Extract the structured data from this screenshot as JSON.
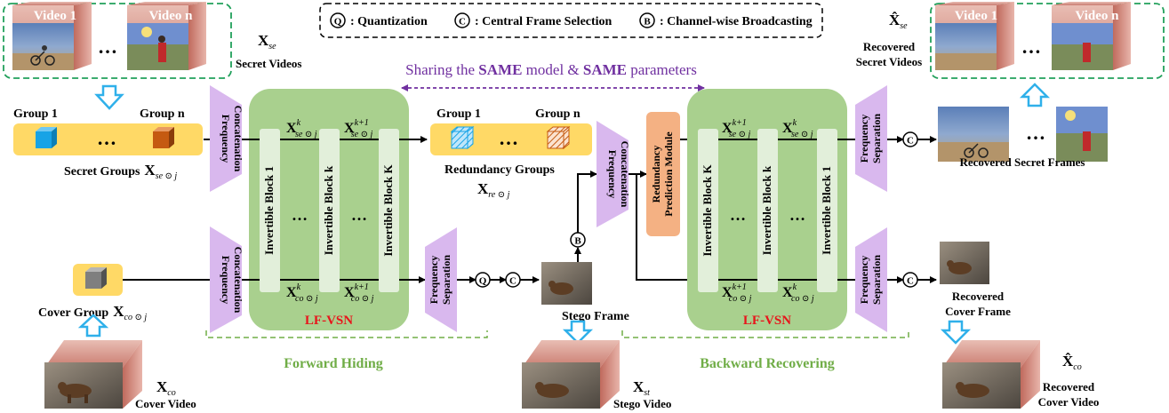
{
  "legend": {
    "q_symbol": "Q",
    "q_label": ": Quantization",
    "c_symbol": "C",
    "c_label": ": Central Frame Selection",
    "b_symbol": "B",
    "b_label": ": Channel-wise Broadcasting"
  },
  "sharing": {
    "prefix": "Sharing the ",
    "same1": "SAME",
    "mid": " model & ",
    "same2": "SAME",
    "suffix": " parameters"
  },
  "secret_videos": {
    "frame1_label": "Video 1",
    "framen_label": "Video n",
    "ellipsis": "…",
    "symbol": "X",
    "symbol_sub": "se",
    "caption": "Secret Videos"
  },
  "secret_groups": {
    "group1": "Group 1",
    "groupn": "Group n",
    "ellipsis": "…",
    "caption": "Secret Groups",
    "symbol": "X",
    "symbol_sub": "se ⊙ j"
  },
  "cover_group": {
    "caption": "Cover Group",
    "symbol": "X",
    "symbol_sub": "co ⊙ j"
  },
  "cover_video": {
    "symbol": "X",
    "symbol_sub": "co",
    "caption": "Cover Video"
  },
  "freq_concat_label": [
    "Frequency",
    "Concatenation"
  ],
  "freq_sep_label": [
    "Frequency",
    "Separation"
  ],
  "forward": {
    "blocks": [
      "Invertible Block 1",
      "Invertible Block k",
      "Invertible Block K"
    ],
    "dots": "…",
    "net_label": "LF-VSN",
    "section_label": "Forward Hiding",
    "top_k_sub": "se ⊙ j",
    "top_k_sup": "k",
    "top_k1_sup": "k+1",
    "bot_k_sub": "co ⊙ j",
    "symbol": "X"
  },
  "redundancy_groups": {
    "group1": "Group 1",
    "groupn": "Group n",
    "ellipsis": "…",
    "caption": "Redundancy Groups",
    "symbol": "X",
    "symbol_sub": "re ⊙ j"
  },
  "stego": {
    "frame_caption": "Stego Frame",
    "video_symbol": "X",
    "video_sub": "st",
    "video_caption": "Stego Video"
  },
  "backward": {
    "rpm_label": [
      "Redundancy",
      "Prediction Module"
    ],
    "blocks": [
      "Invertible Block K",
      "Invertible Block k",
      "Invertible Block 1"
    ],
    "dots": "…",
    "net_label": "LF-VSN",
    "section_label": "Backward Recovering"
  },
  "recovered": {
    "secret_frames_caption": "Recovered Secret Frames",
    "secret_videos_symbol": "X̂",
    "secret_videos_sub": "se",
    "secret_videos_caption": [
      "Recovered",
      "Secret Videos"
    ],
    "video1_label": "Video 1",
    "videon_label": "Video n",
    "ellipsis": "…",
    "cover_frame_caption": [
      "Recovered",
      "Cover Frame"
    ],
    "cover_video_symbol": "X̂",
    "cover_video_sub": "co",
    "cover_video_caption": [
      "Recovered",
      "Cover Video"
    ]
  },
  "colors": {
    "green_fill": "#a9d08e",
    "green_line": "#70ad47",
    "block_fill": "#e2efda",
    "lavender": "#d9b8ee",
    "yellow": "#ffd966",
    "orange": "#f4b183",
    "arrow_blue": "#2fb0ea",
    "purple": "#7030a0",
    "red": "#e8141b",
    "cube_blue": "#17a3e6",
    "cube_orange": "#c55a11",
    "cube_gray": "#7f7f7f"
  }
}
